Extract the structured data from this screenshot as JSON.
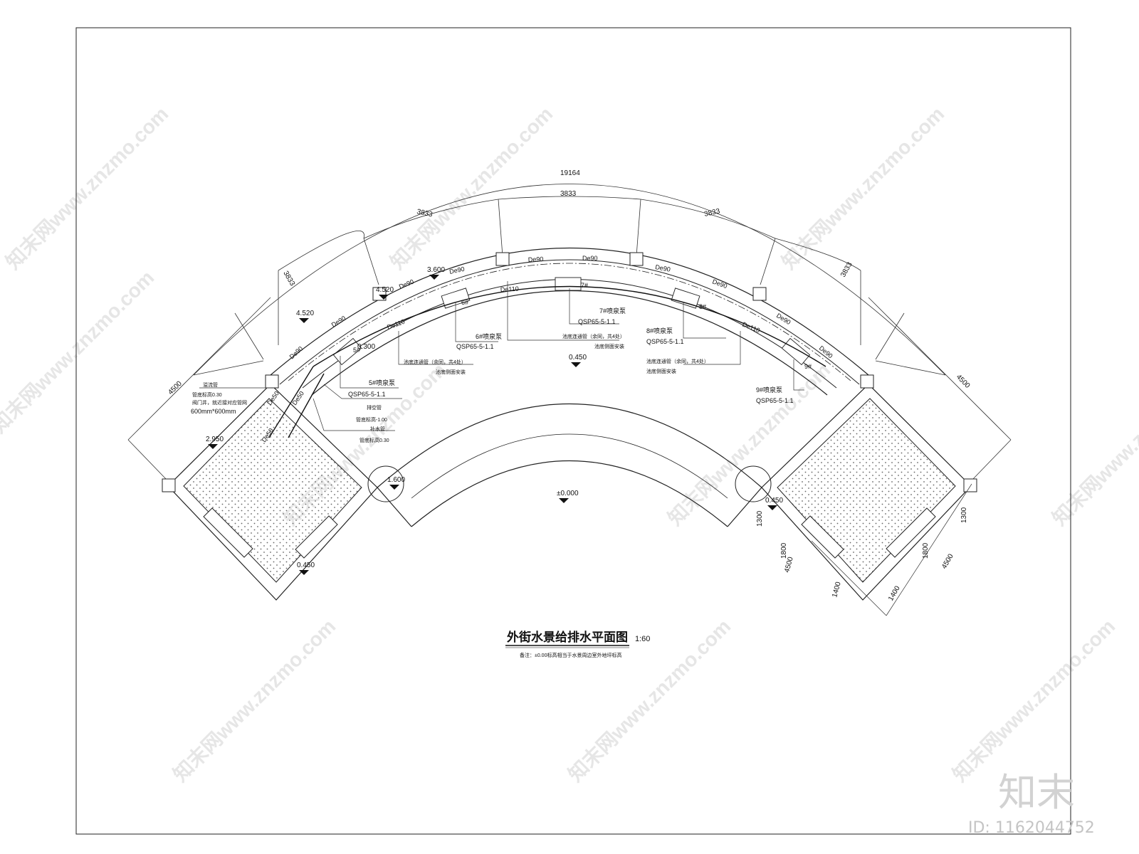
{
  "drawing": {
    "title": "外街水景给排水平面图",
    "scale": "1:60",
    "note": "备注：±0.00标高相当于水景周边室外地坪标高",
    "dimensions": {
      "total_arc": "19164",
      "segment": "3833",
      "side_width": "4500",
      "d1300": "1300",
      "d1800": "1800",
      "d1400": "1400"
    },
    "pipes": {
      "de90": "De90",
      "de110": "De110",
      "de50": "De50"
    },
    "pumps": [
      {
        "name": "5#喷泉泵",
        "model": "QSP65-5-1.1",
        "tag": "5#"
      },
      {
        "name": "6#喷泉泵",
        "model": "QSP65-5-1.1",
        "tag": "6#"
      },
      {
        "name": "7#喷泉泵",
        "model": "QSP65-5-1.1",
        "tag": "7#"
      },
      {
        "name": "8#喷泉泵",
        "model": "QSP65-5-1.1",
        "tag": "8#"
      },
      {
        "name": "9#喷泉泵",
        "model": "QSP65-5-1.1",
        "tag": "9#"
      }
    ],
    "annotations": {
      "connect_pipe": "池底连通管（余同，共4处）",
      "side_install": "池底侧面安装",
      "overflow_pipe": "溢流管",
      "pipe_bottom_030": "管底标高0.30",
      "valve_well": "阀门井，就近接对应管网",
      "well_size": "600mm*600mm",
      "drain_pipe": "排空管",
      "pipe_bottom_neg100": "管底标高-1.00",
      "supply_pipe": "补水管",
      "pipe_bottom_030b": "管底标高0.30"
    },
    "elevations": {
      "e3600": "3.600",
      "e4520a": "4.520",
      "e4520b": "4.520",
      "e0300": "0.300",
      "e0450a": "0.450",
      "e0450b": "0.450",
      "e0450c": "0.450",
      "e2950": "2.950",
      "e1600": "1.600",
      "e0000": "±0.000"
    }
  },
  "watermark": {
    "text": "知末网www.znzmo.com",
    "logo": "知末",
    "id": "ID: 1162044752"
  }
}
